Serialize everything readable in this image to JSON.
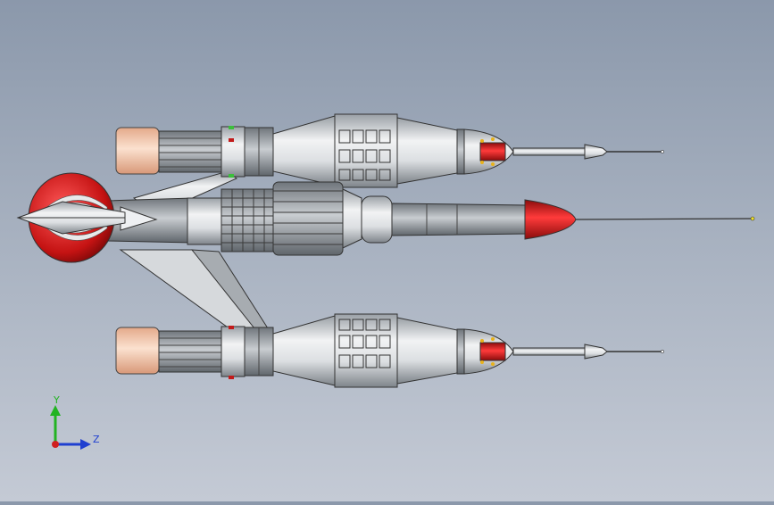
{
  "app": {
    "view": "cad-3d-viewport"
  },
  "triad": {
    "y_label": "Y",
    "z_label": "Z",
    "colors": {
      "y": "#22b322",
      "z": "#1f3fd0",
      "x": "#d01f1f"
    }
  },
  "model": {
    "colors": {
      "hull_light": "#e6e8ea",
      "hull_dark": "#8a8f94",
      "accent_red": "#d61a1a",
      "nozzle_skin": "#f3c7a8",
      "outline": "#2a2a2a"
    }
  }
}
